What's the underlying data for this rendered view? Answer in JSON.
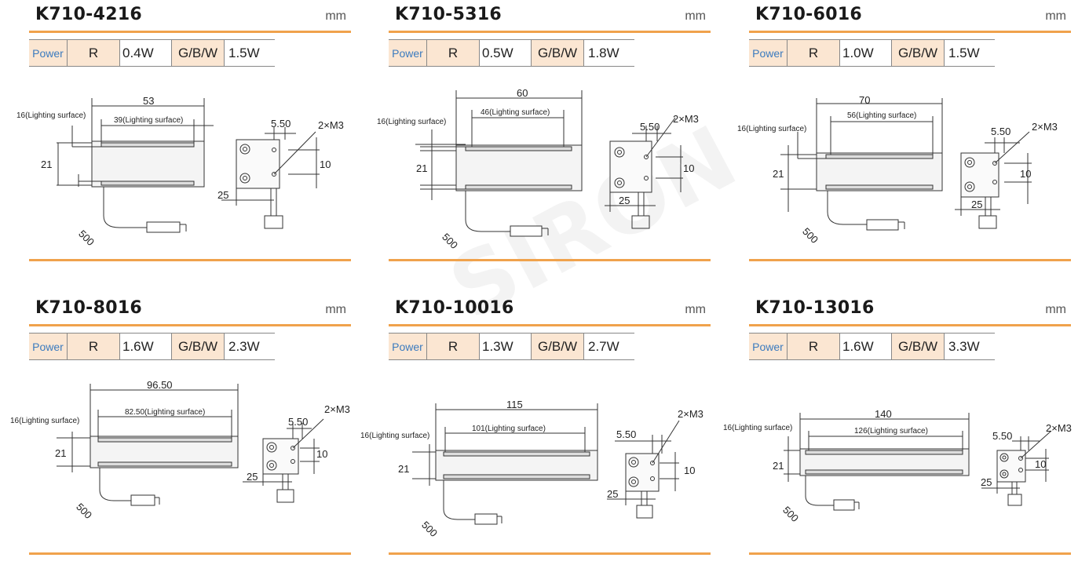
{
  "watermark": "SIRON",
  "unit_label": "mm",
  "power_label": "Power",
  "r_label": "R",
  "gbw_label": "G/B/W",
  "products": [
    {
      "model": "K710-4216",
      "power_r": "0.4W",
      "power_gbw": "1.5W",
      "dims": {
        "length": "53",
        "lighting_length": "39(Lighting surface)",
        "lighting_height": "16(Lighting surface)",
        "height": "21",
        "hole_offset": "5.50",
        "holes": "2×M3",
        "hole_spacing": "10",
        "cable_offset": "25",
        "cable": "500"
      }
    },
    {
      "model": "K710-5316",
      "power_r": "0.5W",
      "power_gbw": "1.8W",
      "dims": {
        "length": "60",
        "lighting_length": "46(Lighting surface)",
        "lighting_height": "16(Lighting surface)",
        "height": "21",
        "hole_offset": "5.50",
        "holes": "2×M3",
        "hole_spacing": "10",
        "cable_offset": "25",
        "cable": "500"
      }
    },
    {
      "model": "K710-6016",
      "power_r": "1.0W",
      "power_gbw": "1.5W",
      "dims": {
        "length": "70",
        "lighting_length": "56(Lighting surface)",
        "lighting_height": "16(Lighting surface)",
        "height": "21",
        "hole_offset": "5.50",
        "holes": "2×M3",
        "hole_spacing": "10",
        "cable_offset": "25",
        "cable": "500"
      }
    },
    {
      "model": "K710-8016",
      "power_r": "1.6W",
      "power_gbw": "2.3W",
      "dims": {
        "length": "96.50",
        "lighting_length": "82.50(Lighting surface)",
        "lighting_height": "16(Lighting surface)",
        "height": "21",
        "hole_offset": "5.50",
        "holes": "2×M3",
        "hole_spacing": "10",
        "cable_offset": "25",
        "cable": "500"
      }
    },
    {
      "model": "K710-10016",
      "power_r": "1.3W",
      "power_gbw": "2.7W",
      "dims": {
        "length": "115",
        "lighting_length": "101(Lighting surface)",
        "lighting_height": "16(Lighting surface)",
        "height": "21",
        "hole_offset": "5.50",
        "holes": "2×M3",
        "hole_spacing": "10",
        "cable_offset": "25",
        "cable": "500"
      }
    },
    {
      "model": "K710-13016",
      "power_r": "1.6W",
      "power_gbw": "3.3W",
      "dims": {
        "length": "140",
        "lighting_length": "126(Lighting surface)",
        "lighting_height": "16(Lighting surface)",
        "height": "21",
        "hole_offset": "5.50",
        "holes": "2×M3",
        "hole_spacing": "10",
        "cable_offset": "25",
        "cable": "500"
      }
    }
  ]
}
